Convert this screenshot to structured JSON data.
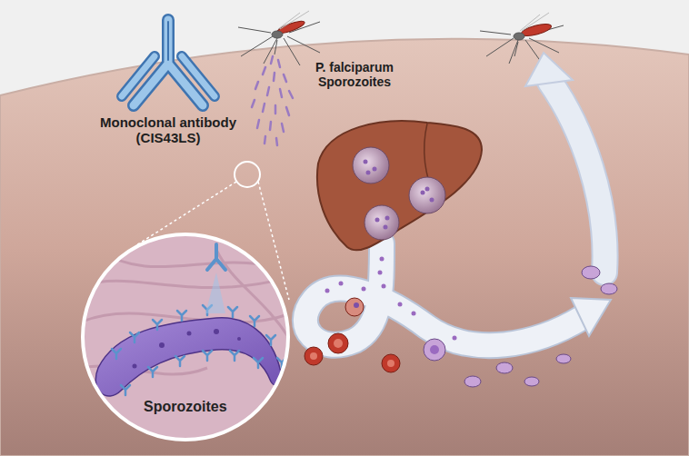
{
  "diagram": {
    "nodes": [
      {
        "text": [
          "Sporozoites"
        ]
      }
    ],
    "labels": [
      "Monoclonal antibody (CIS43LS)",
      "P. falciparum Sporozoites"
    ]
  }
}
